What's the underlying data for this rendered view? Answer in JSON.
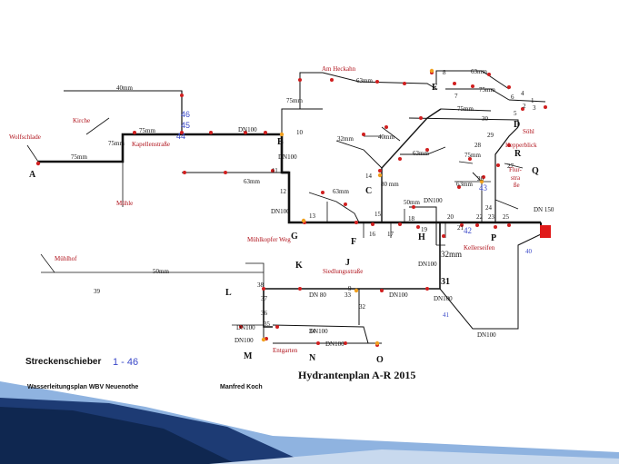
{
  "pipes": {
    "dn100": "DN100",
    "dn80": "DN 80",
    "dn150": "DN 150",
    "d40": "40mm",
    "d50": "50mm",
    "d63": "63mm",
    "d32": "32mm",
    "d75": "75mm",
    "d80": "80 mm",
    "d75b": "75mm"
  },
  "places": {
    "wolfsschlade": "Wolfschlade",
    "kirche": "Kirche",
    "kapellenstrasse": "Kapellenstraße",
    "muehle": "Mühle",
    "am_heckahn": "Am Heckahn",
    "soehl": "Söhl",
    "hepperblick": "Hepperblick",
    "flurstrasse_1": "Flur-",
    "flurstrasse_2": "stra",
    "flurstrasse_3": "ße",
    "muehlkopfer_weg": "Mühlkopfer Weg",
    "kellerseifen": "Kellerseifen",
    "muehlhof": "Mühlhof",
    "siedlungsstrasse": "Siedlungsstraße",
    "entgarten": "Entgarten"
  },
  "sections": {
    "A": "A",
    "B": "B",
    "C": "C",
    "D": "D",
    "E": "E",
    "F": "F",
    "G": "G",
    "H": "H",
    "J": "J",
    "K": "K",
    "L": "L",
    "M": "M",
    "N": "N",
    "O": "O",
    "P": "P",
    "Q": "Q",
    "R": "R"
  },
  "valves": {
    "v1": "1",
    "v2": "2",
    "v3": "3",
    "v4": "4",
    "v5": "5",
    "v6": "6",
    "v7": "7",
    "v8": "8",
    "v9": "9",
    "v10": "10",
    "v11": "11",
    "v12": "12",
    "v13": "13",
    "v14": "14",
    "v15": "15",
    "v16": "16",
    "v17": "17",
    "v19": "19",
    "v20": "20",
    "v21": "21",
    "v22": "22",
    "v23": "23",
    "v24": "24",
    "v25": "25",
    "v26": "26",
    "v27": "27",
    "v28": "28",
    "v29": "29",
    "v30": "30",
    "v31": "31",
    "v32": "32",
    "v33": "33",
    "v34": "34",
    "v35": "35",
    "v36": "36",
    "v37": "37",
    "v38": "38",
    "v39": "39",
    "v40": "40",
    "v41": "41",
    "v42": "42",
    "v43": "43",
    "v44": "44",
    "v45": "45",
    "v46": "46",
    "v18": "18"
  },
  "footer": {
    "legend_label": "Streckenschieber",
    "legend_range": "1 - 46",
    "plan_title": "Hydrantenplan A-R 2015",
    "subtitle": "Wasserleitungsplan WBV Neuenothe",
    "author": "Manfred Koch"
  },
  "colors": {
    "pipe": "#111111",
    "hydrant": "#d01f1f",
    "valve_blue": "#3a48c8",
    "station": "#e01a1a",
    "band_dark": "#1d3b74",
    "band_light": "#8fb3e0"
  }
}
